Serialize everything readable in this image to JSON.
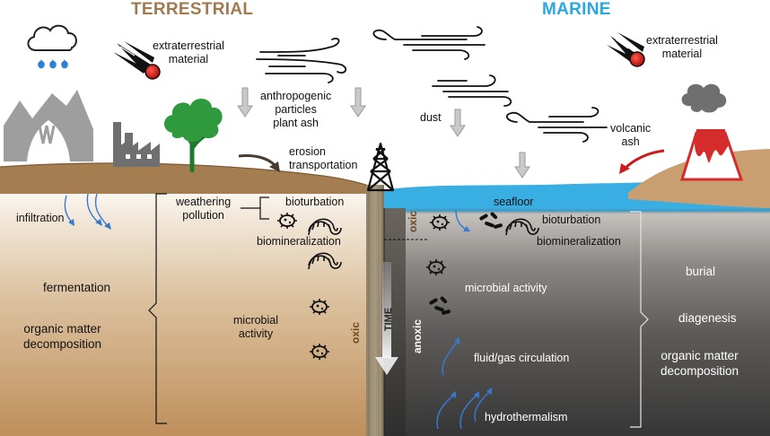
{
  "headers": {
    "terrestrial": "TERRESTRIAL",
    "marine": "MARINE"
  },
  "colors": {
    "terrestrial": "#a07b50",
    "marine": "#29a8df",
    "water": "#38aee3",
    "soil_top": "#fbf7f1",
    "soil_bottom": "#bf8f5c",
    "marine_dark": "#3b3b3b",
    "lava": "#d42b2b",
    "tree": "#2e9a3d",
    "rain": "#2b7fd3",
    "arrow_dark": "#4a3b2f",
    "arrow_red": "#cc1d1d"
  },
  "atmosphere": {
    "extraterrestrial_left": "extraterrestrial\nmaterial",
    "extraterrestrial_right": "extraterrestrial\nmaterial",
    "anthropogenic": "anthropogenic\nparticles\nplant ash",
    "dust": "dust",
    "volcanic": "volcanic\nash",
    "erosion": "erosion\ntransportation",
    "seafloor": "seafloor"
  },
  "terrestrial_labels": {
    "infiltration": "infiltration",
    "weathering": "weathering\npollution",
    "bioturbation": "bioturbation",
    "biomineralization": "biomineralization",
    "fermentation": "fermentation",
    "organic": "organic matter\ndecomposition",
    "microbial": "microbial\nactivity"
  },
  "marine_labels": {
    "bioturbation": "bioturbation",
    "biomineralization": "biomineralization",
    "microbial": "microbial activity",
    "fluid": "fluid/gas circulation",
    "hydrothermalism": "hydrothermalism",
    "burial": "burial",
    "diagenesis": "diagenesis",
    "organic": "organic matter\ndecomposition"
  },
  "core": {
    "oxic_left": "oxic",
    "oxic_right": "oxic",
    "anoxic": "anoxic",
    "time": "TIME"
  },
  "icons": [
    "rain-cloud-icon",
    "meteor-icon",
    "mountain-cave-icon",
    "factory-icon",
    "tree-icon",
    "wind-icon",
    "drilling-rig-icon",
    "volcano-icon",
    "microbe-icon",
    "worm-icon",
    "bacteria-icon"
  ]
}
